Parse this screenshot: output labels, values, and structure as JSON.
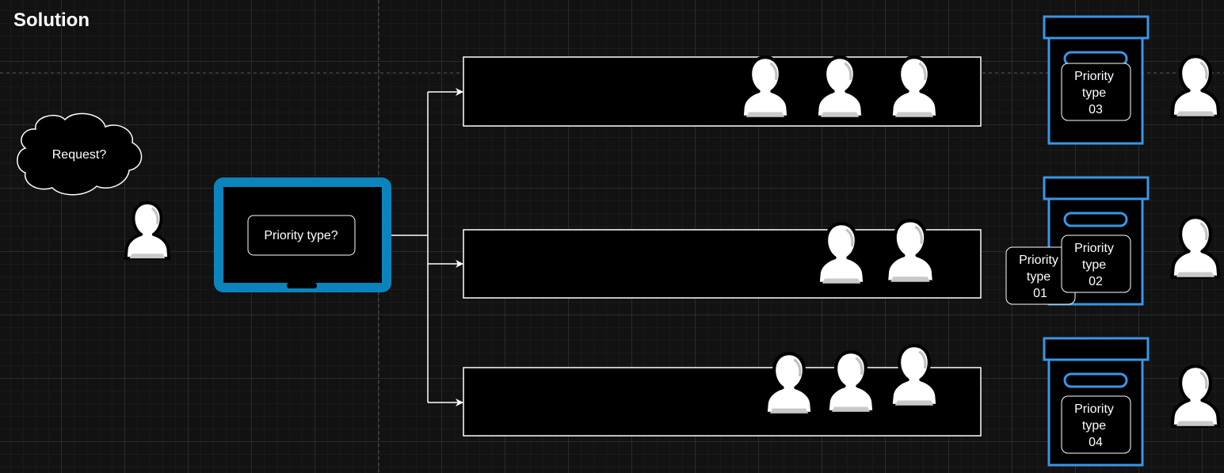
{
  "title": "Solution",
  "request_bubble": {
    "text": "Request?"
  },
  "tablet": {
    "label": "Priority type?"
  },
  "boxes": [
    {
      "line1": "Priority",
      "line2": "type",
      "number": "03"
    },
    {
      "line1": "Priority",
      "line2": "type",
      "number": "02"
    },
    {
      "line1": "Priority",
      "line2": "type",
      "number": "04"
    }
  ],
  "floating_card": {
    "line1": "Priority",
    "line2": "type",
    "number": "01"
  },
  "queues": [
    {
      "people_count": 3
    },
    {
      "people_count": 2
    },
    {
      "people_count": 3
    }
  ],
  "colors": {
    "background": "#121212",
    "tablet": "#0b84bd",
    "box_outline": "#3a96e6",
    "lines": "#ffffff"
  },
  "icons": {
    "person": "person-icon",
    "cloud": "cloud-icon",
    "tablet": "tablet-icon",
    "box": "box-icon"
  }
}
